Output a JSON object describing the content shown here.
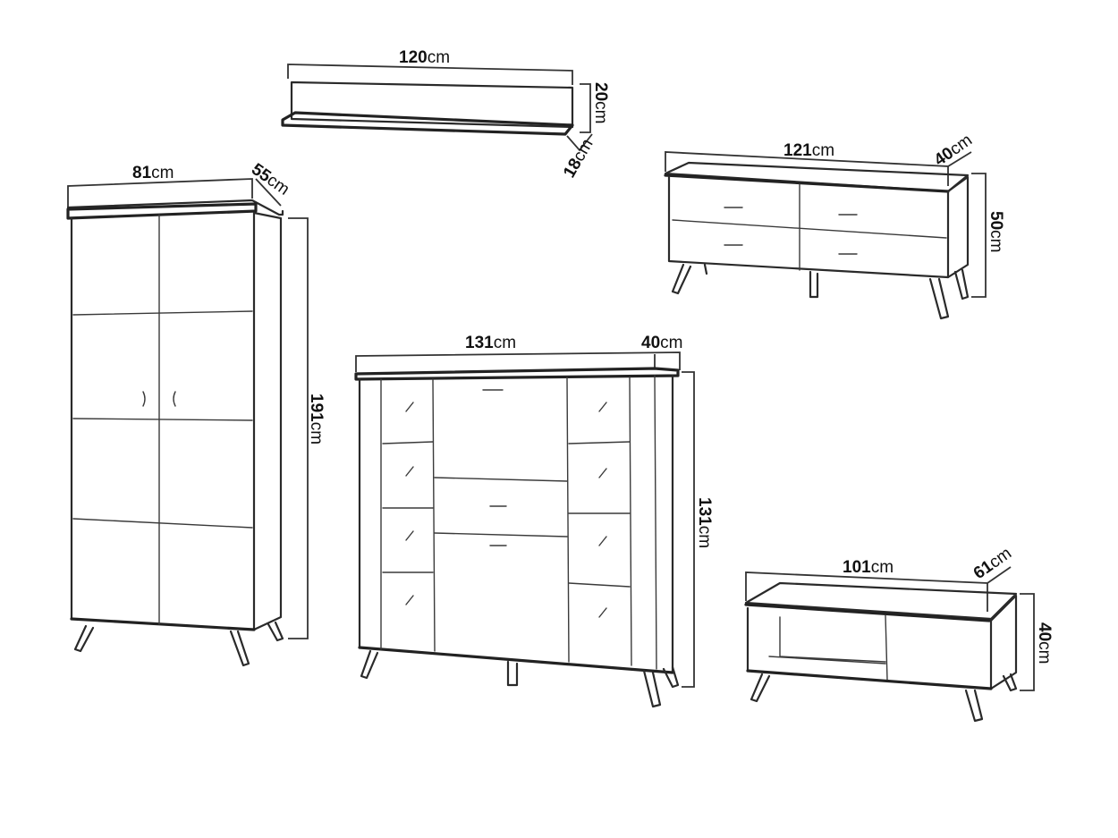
{
  "wall_shelf": {
    "width": {
      "num": "120",
      "unit": "cm"
    },
    "height": {
      "num": "20",
      "unit": "cm"
    },
    "depth": {
      "num": "18",
      "unit": "cm"
    }
  },
  "wardrobe": {
    "width": {
      "num": "81",
      "unit": "cm"
    },
    "depth": {
      "num": "55",
      "unit": "cm"
    },
    "height": {
      "num": "191",
      "unit": "cm"
    }
  },
  "sideboard": {
    "width": {
      "num": "121",
      "unit": "cm"
    },
    "depth": {
      "num": "40",
      "unit": "cm"
    },
    "height": {
      "num": "50",
      "unit": "cm"
    }
  },
  "highboard": {
    "width": {
      "num": "131",
      "unit": "cm"
    },
    "depth": {
      "num": "40",
      "unit": "cm"
    },
    "height": {
      "num": "131",
      "unit": "cm"
    }
  },
  "coffee_table": {
    "width": {
      "num": "101",
      "unit": "cm"
    },
    "depth": {
      "num": "61",
      "unit": "cm"
    },
    "height": {
      "num": "40",
      "unit": "cm"
    }
  }
}
